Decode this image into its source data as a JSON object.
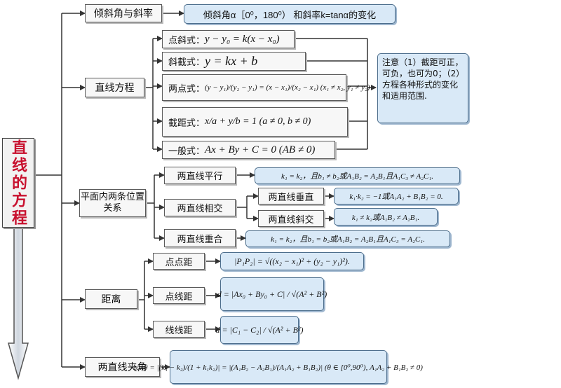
{
  "title": "直线的方程",
  "branches": {
    "incline": {
      "label": "倾斜角与斜率",
      "detail": "倾斜角α［0⁰，180⁰） 和斜率k=tanα的变化"
    },
    "equations": {
      "label": "直线方程",
      "forms": [
        {
          "name": "点斜式：",
          "formula": "y − y₀ = k(x − x₀)"
        },
        {
          "name": "斜截式：",
          "formula": "y = kx + b"
        },
        {
          "name": "两点式：",
          "formula": "(y − y₁)/(y₂ − y₁) = (x − x₁)/(x₂ − x₁)  (x₁ ≠ x₂, y₁ ≠ y₂)"
        },
        {
          "name": "截距式：",
          "formula": "x/a + y/b = 1  (a ≠ 0, b ≠ 0)"
        },
        {
          "name": "一般式：",
          "formula": "Ax + By + C = 0 (AB ≠ 0)"
        }
      ],
      "note": "注意（1）截距可正，可负，也可为0；（2）方程各种形式的变化和适用范围."
    },
    "positions": {
      "label": "平面内两条位置关系",
      "items": {
        "parallel": {
          "label": "两直线平行",
          "condition": "k₁ = k₂，且b₁ ≠ b₂或A₁B₂ = A₂B₁且A₁C₃ ≠ A₂C₁."
        },
        "intersect": {
          "label": "两直线相交"
        },
        "perpendicular": {
          "label": "两直线垂直",
          "condition": "k₁·k₂ = −1或A₁A₂ + B₁B₂ = 0."
        },
        "oblique": {
          "label": "两直线斜交",
          "condition": "k₁ ≠ k₂或A₁B₂ ≠ A₂B₁."
        },
        "coincide": {
          "label": "两直线重合",
          "condition": "k₁ = k₂，且b₁ = b₂或A₁B₂ = A₂B₁且A₁C₃ = A₂C₁."
        }
      }
    },
    "distance": {
      "label": "距离",
      "items": [
        {
          "label": "点点距",
          "formula": "|P₁P₂| = √((x₂ − x₁)² + (y₂ − y₁)²)."
        },
        {
          "label": "点线距",
          "formula": "d = |Ax₀ + By₀ + C| / √(A² + B²)"
        },
        {
          "label": "线线距",
          "formula": "d = |C₁ − C₂| / √(A² + B²)"
        }
      ]
    },
    "angle": {
      "label": "两直线夹角",
      "formula": "tanθ = |(k₁ − k₂)/(1 + k₁k₂)| = |(A₁B₂ − A₂B₁)/(A₁A₂ + B₁B₂)|  (θ ∈ [0⁰,90⁰), A₁A₂ + B₁B₂ ≠ 0)"
    }
  },
  "colors": {
    "title_text": "#c8102e",
    "category_fill": "#f7f7f7",
    "formula_fill": "#d9e9f7",
    "formula_border": "#4d6e8c",
    "line": "#333333"
  }
}
